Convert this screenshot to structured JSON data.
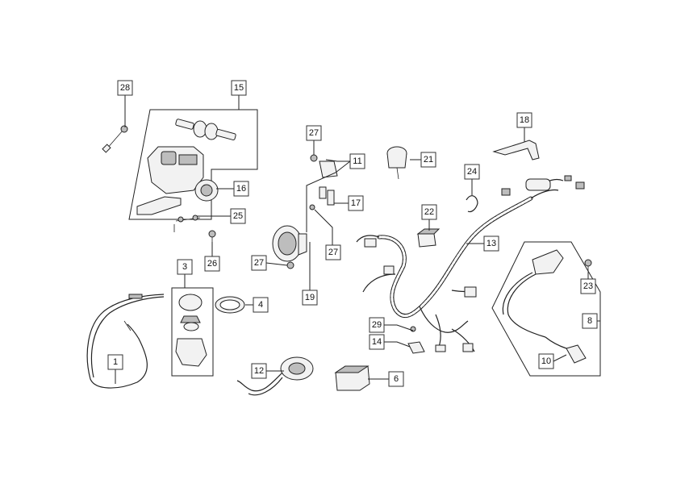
{
  "diagram": {
    "callouts": [
      {
        "id": "c28",
        "label": "28"
      },
      {
        "id": "c15",
        "label": "15"
      },
      {
        "id": "c16",
        "label": "16"
      },
      {
        "id": "c25",
        "label": "25"
      },
      {
        "id": "c26",
        "label": "26"
      },
      {
        "id": "c27a",
        "label": "27"
      },
      {
        "id": "c11",
        "label": "11"
      },
      {
        "id": "c21",
        "label": "21"
      },
      {
        "id": "c17",
        "label": "17"
      },
      {
        "id": "c27b",
        "label": "27"
      },
      {
        "id": "c27c",
        "label": "27"
      },
      {
        "id": "c19",
        "label": "19"
      },
      {
        "id": "c18",
        "label": "18"
      },
      {
        "id": "c24",
        "label": "24"
      },
      {
        "id": "c22",
        "label": "22"
      },
      {
        "id": "c13",
        "label": "13"
      },
      {
        "id": "c3",
        "label": "3"
      },
      {
        "id": "c4",
        "label": "4"
      },
      {
        "id": "c1",
        "label": "1"
      },
      {
        "id": "c12",
        "label": "12"
      },
      {
        "id": "c29",
        "label": "29"
      },
      {
        "id": "c14",
        "label": "14"
      },
      {
        "id": "c6",
        "label": "6"
      },
      {
        "id": "c23",
        "label": "23"
      },
      {
        "id": "c8",
        "label": "8"
      },
      {
        "id": "c10",
        "label": "10"
      }
    ]
  }
}
